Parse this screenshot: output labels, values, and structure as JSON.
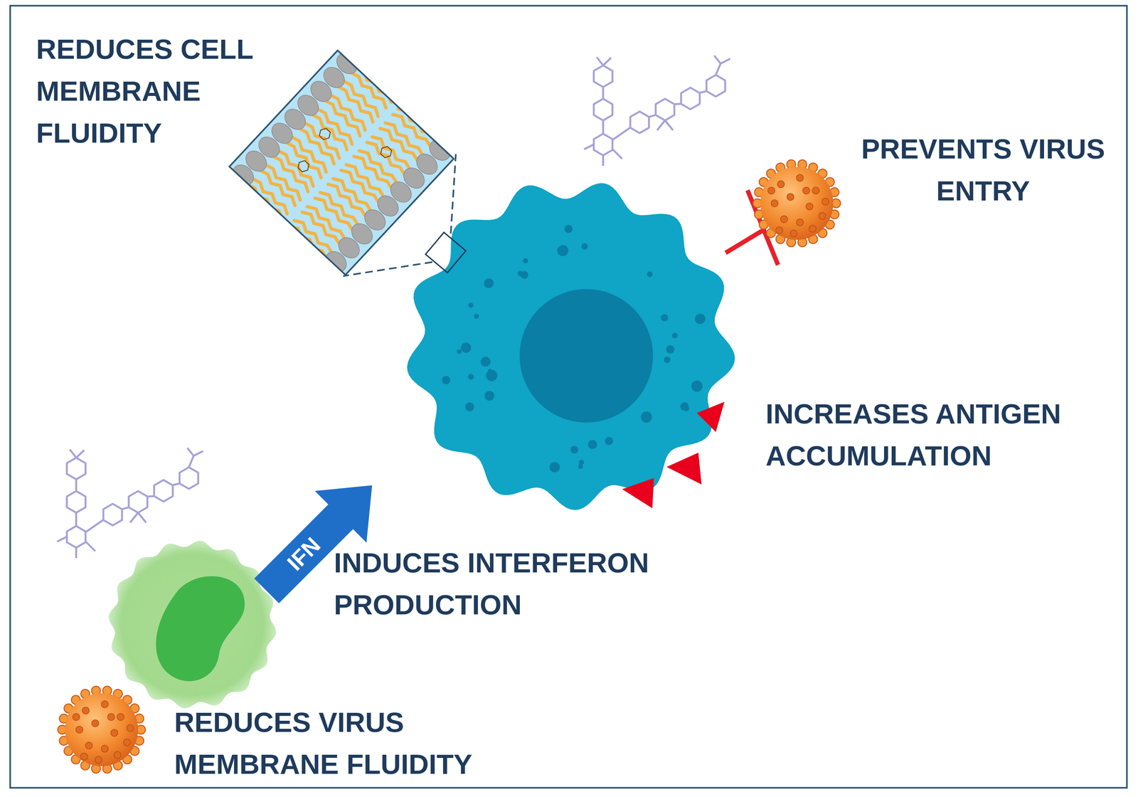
{
  "diagram": {
    "labels": [
      "REDUCES CELL MEMBRANE FLUIDITY",
      "PREVENTS VIRUS ENTRY",
      "INCREASES ANTIGEN ACCUMULATION",
      "IFN",
      "INDUCES INTERFERON PRODUCTION",
      "REDUCES VIRUS MEMBRANE FLUIDITY"
    ]
  }
}
